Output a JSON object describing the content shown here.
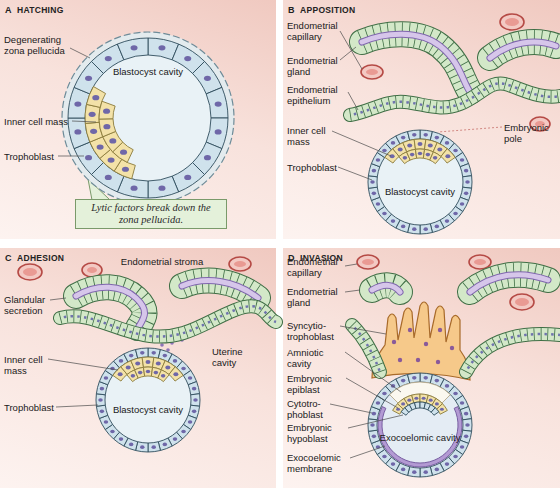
{
  "diagram": {
    "nodes": [
      {
        "text": [
          "A",
          "HATCHING"
        ]
      },
      {
        "text": [
          "Lytic factors break down the zona pellucida."
        ],
        "in": 0
      },
      {
        "text": [
          "B",
          "APPOSITION"
        ]
      },
      {
        "text": [
          "C",
          "ADHESION"
        ]
      },
      {
        "text": [
          "D",
          "INVASION"
        ]
      }
    ],
    "labels": [
      "Degenerating zona pellucida",
      "Blastocyst cavity",
      "Inner cell mass",
      "Trophoblast",
      "Endometrial capillary",
      "Endometrial gland",
      "Endometrial epithelium",
      "Inner cell mass",
      "Embryonic pole",
      "Trophoblast",
      "Blastocyst cavity",
      "Endometrial stroma",
      "Glandular secretion",
      "Inner cell mass",
      "Uterine cavity",
      "Trophoblast",
      "Blastocyst cavity",
      "Endometrial capillary",
      "Endometrial gland",
      "Syncytio- trophoblast",
      "Amniotic cavity",
      "Embryonic epiblast",
      "Cytotro- phoblast",
      "Embryonic hypoblast",
      "Exocoelomic membrane",
      "Exocoelomic cavity"
    ]
  }
}
